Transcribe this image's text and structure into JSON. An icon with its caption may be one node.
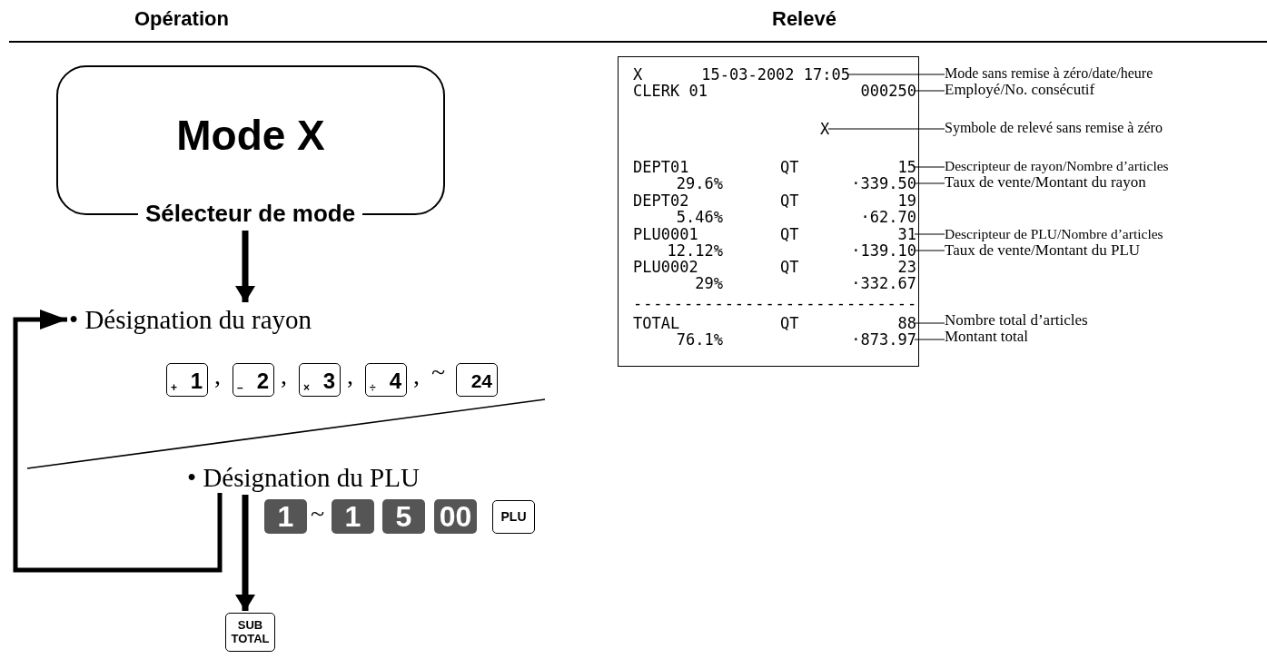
{
  "diagram": {
    "nodes": [
      {
        "text": [
          "Mode X",
          "Sélecteur de mode"
        ]
      },
      {
        "text": [
          "• Désignation du rayon"
        ]
      },
      {
        "text": [
          "+",
          "1"
        ]
      },
      {
        "text": [
          "–",
          "2"
        ]
      },
      {
        "text": [
          "×",
          "3"
        ]
      },
      {
        "text": [
          "÷",
          "4"
        ]
      },
      {
        "text": [
          "24"
        ]
      },
      {
        "text": [
          "• Désignation du PLU"
        ]
      },
      {
        "text": [
          "1"
        ]
      },
      {
        "text": [
          "1"
        ]
      },
      {
        "text": [
          "5"
        ]
      },
      {
        "text": [
          "00"
        ]
      },
      {
        "text": [
          "PLU"
        ]
      },
      {
        "text": [
          "SUB TOTAL"
        ]
      },
      {
        "text": [],
        "shape": "box"
      },
      {
        "text": [
          "X",
          "15-03-2002 17:05"
        ],
        "in": 14
      },
      {
        "text": [
          "CLERK 01",
          "000250"
        ],
        "in": 14
      },
      {
        "text": [
          "X"
        ],
        "in": 14
      },
      {
        "text": [
          "DEPT01",
          "QT",
          "15"
        ],
        "in": 14
      },
      {
        "text": [
          "29.6%",
          "·339.50"
        ],
        "in": 14
      },
      {
        "text": [
          "DEPT02",
          "QT",
          "19"
        ],
        "in": 14
      },
      {
        "text": [
          "5.46%",
          "·62.70"
        ],
        "in": 14
      },
      {
        "text": [
          "PLU0001",
          "QT",
          "31"
        ],
        "in": 14
      },
      {
        "text": [
          "12.12%",
          "·139.10"
        ],
        "in": 14
      },
      {
        "text": [
          "PLU0002",
          "QT",
          "23"
        ],
        "in": 14
      },
      {
        "text": [
          "29%",
          "·332.67"
        ],
        "in": 14
      },
      {
        "text": [
          "----------------------------"
        ],
        "in": 14
      },
      {
        "text": [
          "TOTAL",
          "QT",
          "88"
        ],
        "in": 14
      },
      {
        "text": [
          "76.1%",
          "·873.97"
        ],
        "in": 14
      },
      {
        "text": [
          "Mode sans remise à zéro/date/heure"
        ]
      },
      {
        "text": [
          "Employé/No. consécutif"
        ]
      },
      {
        "text": [
          "Symbole de relevé sans remise à zéro"
        ]
      },
      {
        "text": [
          "Descripteur de rayon/Nombre d’articles"
        ]
      },
      {
        "text": [
          "Taux de vente/Montant du rayon"
        ]
      },
      {
        "text": [
          "Descripteur de PLU/Nombre d’articles"
        ]
      },
      {
        "text": [
          "Taux de vente/Montant du PLU"
        ]
      },
      {
        "text": [
          "Nombre total d’articles"
        ]
      },
      {
        "text": [
          "Montant total"
        ]
      }
    ],
    "edges": [
      {
        "from": 0,
        "to": 1,
        "arrow": "to",
        "style": "thick"
      },
      {
        "from": 7,
        "to": 13,
        "arrow": "to",
        "style": "thick"
      },
      {
        "from": 7,
        "to": 1,
        "arrow": "to",
        "style": "thick"
      },
      {
        "from": 29,
        "to": 15,
        "arrow": "none"
      },
      {
        "from": 30,
        "to": 16,
        "arrow": "none"
      },
      {
        "from": 31,
        "to": 17,
        "arrow": "none"
      },
      {
        "from": 32,
        "to": 18,
        "arrow": "none"
      },
      {
        "from": 33,
        "to": 19,
        "arrow": "none"
      },
      {
        "from": 34,
        "to": 22,
        "arrow": "none"
      },
      {
        "from": 35,
        "to": 23,
        "arrow": "none"
      },
      {
        "from": 36,
        "to": 27,
        "arrow": "none"
      },
      {
        "from": 37,
        "to": 28,
        "arrow": "none"
      }
    ],
    "labels": [
      "Opération",
      "Relevé",
      ",",
      ",",
      ",",
      ",",
      "~",
      "~"
    ]
  }
}
